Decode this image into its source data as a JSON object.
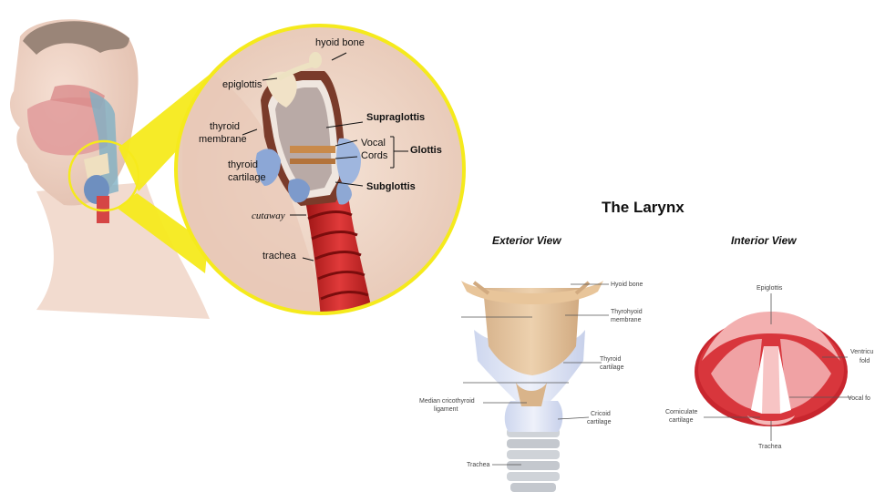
{
  "left_figure": {
    "labels": {
      "hyoid_bone": "hyoid bone",
      "epiglottis": "epiglottis",
      "thyroid_membrane_1": "thyroid",
      "thyroid_membrane_2": "membrane",
      "supraglottis": "Supraglottis",
      "vocal_cords_1": "Vocal",
      "vocal_cords_2": "Cords",
      "glottis": "Glottis",
      "thyroid_cartilage_1": "thyroid",
      "thyroid_cartilage_2": "cartilage",
      "subglottis": "Subglottis",
      "cutaway": "cutaway",
      "trachea": "trachea"
    },
    "colors": {
      "callout_yellow": "#f5ea1c",
      "trachea_red": "#d32b2b",
      "skin": "#f2d6c8"
    }
  },
  "right_figure": {
    "title": "The Larynx",
    "exterior": {
      "heading": "Exterior View",
      "labels": {
        "hyoid_bone": "Hyoid bone",
        "thyrohyoid_1": "Thyrohyoid",
        "thyrohyoid_2": "membrane",
        "thyroid_1": "Thyroid",
        "thyroid_2": "cartilage",
        "median_1": "Median cricothyroid",
        "median_2": "ligament",
        "cricoid_1": "Cricoid",
        "cricoid_2": "cartilage",
        "trachea": "Trachea"
      }
    },
    "interior": {
      "heading": "Interior View",
      "labels": {
        "epiglottis": "Epiglottis",
        "ventricular_1": "Ventricu",
        "ventricular_2": "fold",
        "vocal": "Vocal fo",
        "corniculate_1": "Corniculate",
        "corniculate_2": "cartilage",
        "trachea": "Trachea"
      }
    }
  }
}
